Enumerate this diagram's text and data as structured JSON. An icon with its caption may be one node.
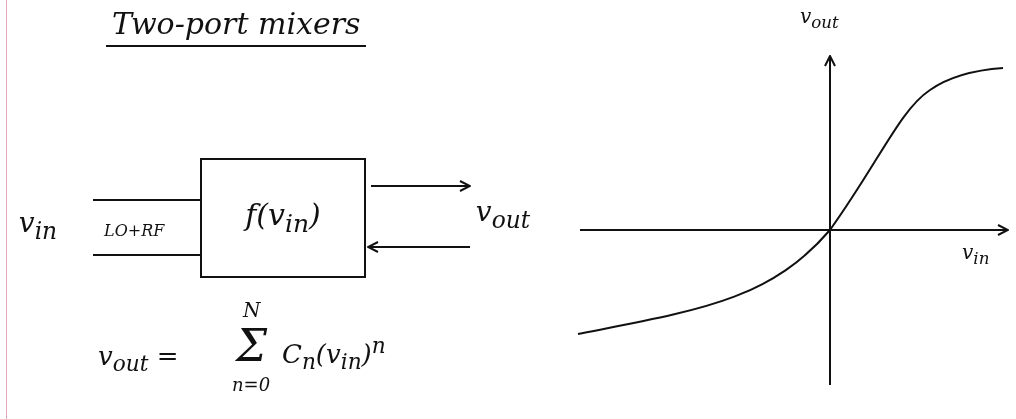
{
  "diagram": {
    "title": "Two-port mixers",
    "nodes": [
      {
        "text": [
          "f(v$_{in}$)"
        ]
      },
      {
        "text": [
          "v$_{in}$"
        ]
      },
      {
        "text": [
          "v$_{out}$"
        ]
      }
    ],
    "edges": [
      {
        "from": 1,
        "to": 0,
        "arrow": "none"
      },
      {
        "from": 1,
        "to": 0,
        "arrow": "none"
      },
      {
        "from": 0,
        "to": 2,
        "arrow": "to"
      },
      {
        "from": 2,
        "to": 0,
        "arrow": "to"
      }
    ],
    "labels": [
      "LO+RF",
      "v$_{out}$ =",
      "N",
      "Σ",
      "n=0",
      "C$_{n}$(v$_{in}$)$^{n}$",
      "v$_{out}$",
      "v$_{in}$"
    ]
  }
}
